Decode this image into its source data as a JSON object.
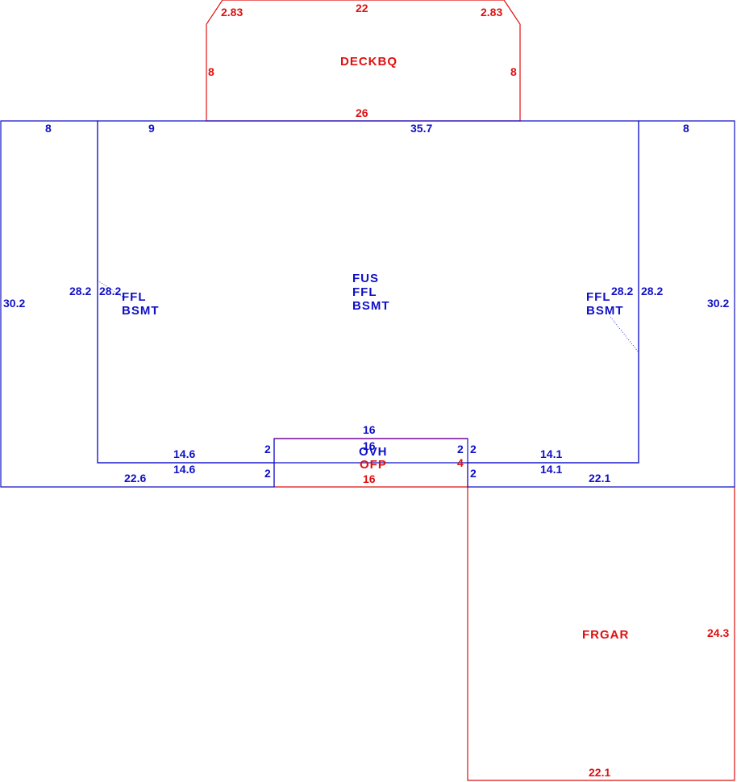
{
  "colors": {
    "living": "#1010c8",
    "exterior": "#e01010"
  },
  "areas": {
    "deck": "DECKBQ",
    "main_1": "FUS",
    "main_2": "FFL",
    "main_3": "BSMT",
    "left_wing_1": "FFL",
    "left_wing_2": "BSMT",
    "right_wing_1": "FFL",
    "right_wing_2": "BSMT",
    "overhang": "OVH",
    "porch": "OFP",
    "garage": "FRGAR"
  },
  "dimensions": {
    "deck_top": "22",
    "deck_diag_left": "2.83",
    "deck_diag_right": "2.83",
    "deck_left": "8",
    "deck_right": "8",
    "deck_bottom": "26",
    "left_wing_top": "8",
    "left_wing_outer": "30.2",
    "left_wing_inner": "28.2",
    "left_wing_bottom": "22.6",
    "main_top_left": "9",
    "main_top_right": "35.7",
    "main_left": "28.2",
    "main_right": "28.2",
    "main_bottom_left": "14.6",
    "main_bottom_left_2": "14.6",
    "main_bottom_right": "14.1",
    "main_bottom_right_2": "14.1",
    "right_wing_top": "8",
    "right_wing_inner": "28.2",
    "right_wing_outer": "30.2",
    "right_wing_bottom": "22.1",
    "ovh_top": "16",
    "ovh_bottom": "16",
    "ovh_left": "2",
    "ovh_right": "2",
    "ovh_right_2": "2",
    "ofp_left": "2",
    "ofp_right": "4",
    "ofp_right_2": "2",
    "ofp_bottom": "16",
    "garage_right": "24.3",
    "garage_bottom": "22.1"
  }
}
